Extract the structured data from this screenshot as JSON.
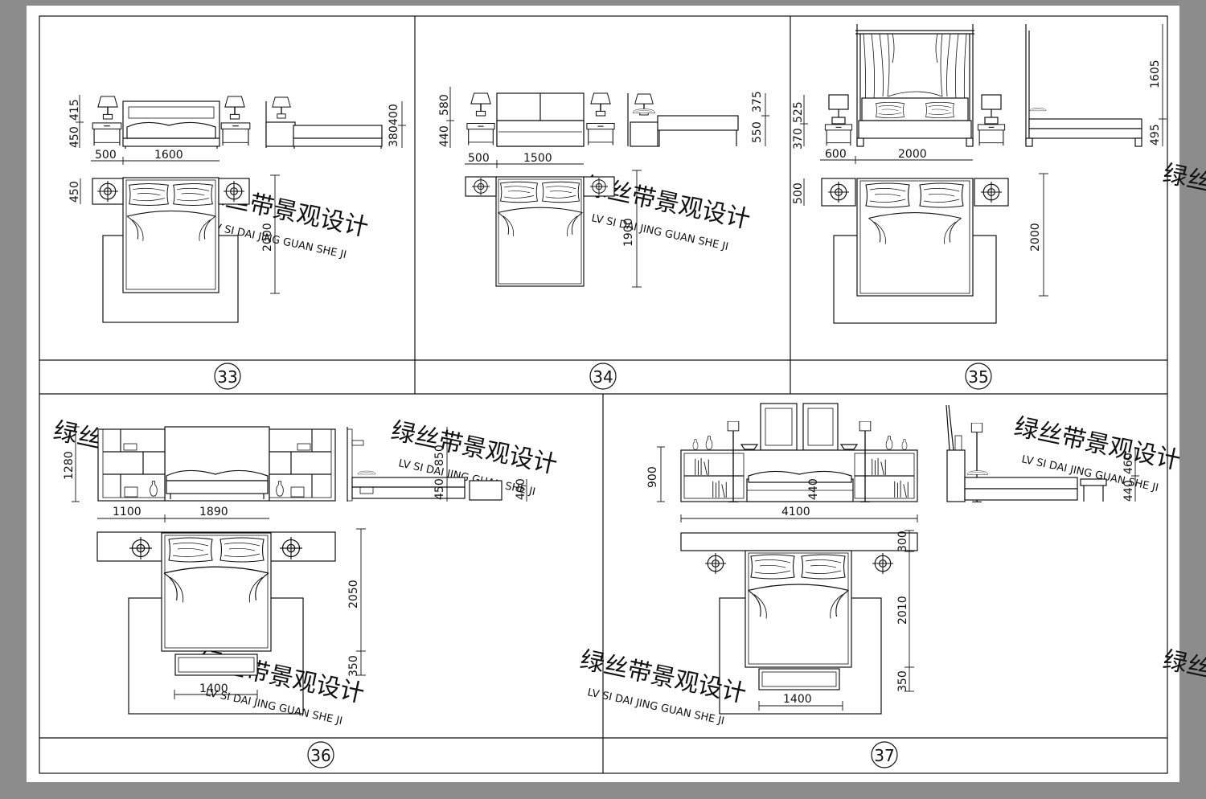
{
  "panels": [
    {
      "number": "33",
      "dims": {
        "w_stand": "500",
        "w_bed": "1600",
        "h_lamp": "415",
        "h_stand": "450",
        "d_stand": "450",
        "l_bed": "2000",
        "h_head": "400",
        "h_bed": "380"
      }
    },
    {
      "number": "34",
      "dims": {
        "w_stand": "500",
        "w_bed": "1500",
        "h_lamp": "580",
        "h_stand": "440",
        "l_bed": "1900",
        "h_head": "375",
        "h_bed": "550"
      }
    },
    {
      "number": "35",
      "dims": {
        "w_stand": "600",
        "w_bed": "2000",
        "h_lamp": "525",
        "h_stand": "370",
        "d_stand": "500",
        "l_bed": "2000",
        "h_canopy": "1605",
        "h_bed": "495"
      }
    },
    {
      "number": "36",
      "dims": {
        "w_shelf": "1100",
        "w_bed": "1890",
        "h_wall": "1280",
        "h_upper": "850",
        "h_lower": "450",
        "h_bench": "400",
        "l_bed": "2050",
        "gap": "350",
        "w_bench": "1400"
      }
    },
    {
      "number": "37",
      "dims": {
        "h_wall": "900",
        "w_total": "4100",
        "h_bed": "440",
        "h_side1": "460",
        "h_side2": "440",
        "d_shelf": "300",
        "l_bed": "2010",
        "gap": "350",
        "w_bench": "1400"
      }
    }
  ],
  "watermark": {
    "cn": "绿丝带景观设计",
    "en": "LV SI DAI JING GUAN SHE JI"
  },
  "icons": {
    "lamp_plan": "lamp-plan-icon",
    "pillow": "pillow-icon"
  }
}
